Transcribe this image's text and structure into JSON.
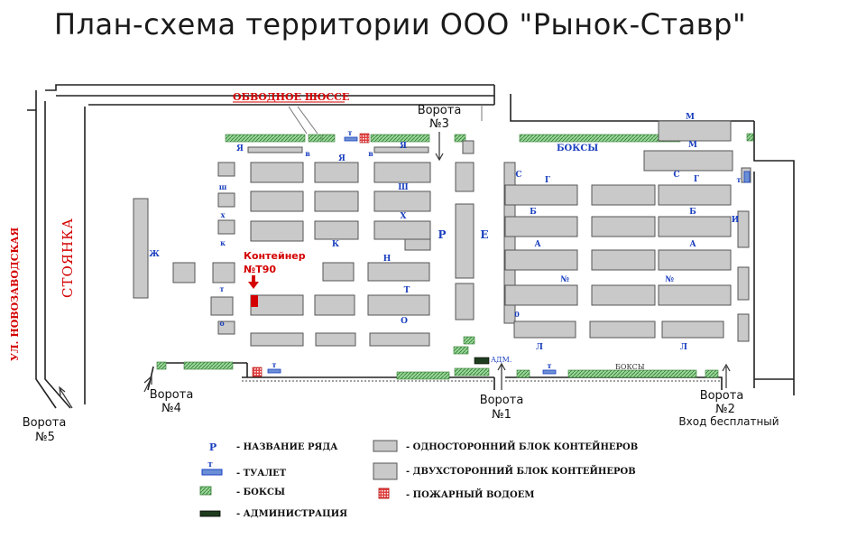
{
  "title": "План-схема территории ООО \"Рынок-Ставр\"",
  "street_labels": {
    "highway": "ОБВОДНОЕ ШОССЕ",
    "street": "УЛ. НОВОЗАВОДСКАЯ",
    "parking": "СТОЯНКА"
  },
  "gates": {
    "g1": {
      "label": "Ворота",
      "number": "№1"
    },
    "g2": {
      "label": "Ворота",
      "number": "№2",
      "note": "Вход бесплатный"
    },
    "g3": {
      "label": "Ворота",
      "number": "№3"
    },
    "g4": {
      "label": "Ворота",
      "number": "№4"
    },
    "g5": {
      "label": "Ворота",
      "number": "№5"
    }
  },
  "container_callout": {
    "line1": "Контейнер",
    "line2": "№Т90"
  },
  "area_labels": {
    "boxes_top": "БОКСЫ",
    "boxes_bottom": "БОКСЫ",
    "admin": "АДМ."
  },
  "row_letters": {
    "ya_left_small": "Я",
    "ya_left": "Я",
    "ya_right": "Я",
    "v_left": "в",
    "v_right": "в",
    "t_toilet_top": "т",
    "sh_left": "ш",
    "sh_right": "Ш",
    "h_left": "х",
    "h_right": "Х",
    "k_left": "к",
    "k_right": "К",
    "zh": "Ж",
    "n_right": "Н",
    "t_left": "т",
    "t_right": "Т",
    "o_left": "о",
    "o_right": "О",
    "r": "Р",
    "e": "Е",
    "m_top": "М",
    "m_second": "М",
    "s_left": "С",
    "s_right": "С",
    "g_left": "Г",
    "g_right": "Г",
    "b_left": "Б",
    "b_right": "Б",
    "a_left": "А",
    "a_right": "А",
    "num_left": "№",
    "num_right": "№",
    "o_small": "0",
    "l_left": "Л",
    "l_right": "Л",
    "t_right_edge": "т",
    "i_right": "И",
    "t_bottom_toilet_left": "т",
    "t_bottom_toilet_right": "т"
  },
  "legend": [
    {
      "symbol": "row-letter",
      "symbol_text": "Р",
      "text": "- НАЗВАНИЕ РЯДА"
    },
    {
      "symbol": "toilet",
      "symbol_text": "т",
      "text": "- ТУАЛЕТ"
    },
    {
      "symbol": "boxes",
      "text": "- БОКСЫ"
    },
    {
      "symbol": "admin",
      "text": "- АДМИНИСТРАЦИЯ"
    },
    {
      "symbol": "single-block",
      "text": "- ОДНОСТОРОННИЙ БЛОК КОНТЕЙНЕРОВ"
    },
    {
      "symbol": "double-block",
      "text": "- ДВУХСТОРОННИЙ БЛОК КОНТЕЙНЕРОВ"
    },
    {
      "symbol": "fire-pond",
      "text": "- ПОЖАРНЫЙ ВОДОЕМ"
    }
  ],
  "colors": {
    "block_fill": "#c9c9c9",
    "block_stroke": "#555555",
    "boxes_fill": "#8fd08f",
    "boxes_stroke": "#2f7a2f",
    "fire_pond": "#d42b2b",
    "toilet_fill": "#6b8fd6",
    "admin_fill": "#1f3d1f",
    "label_blue": "#1a3fbf",
    "label_red": "#d40000",
    "wall": "#222222"
  }
}
